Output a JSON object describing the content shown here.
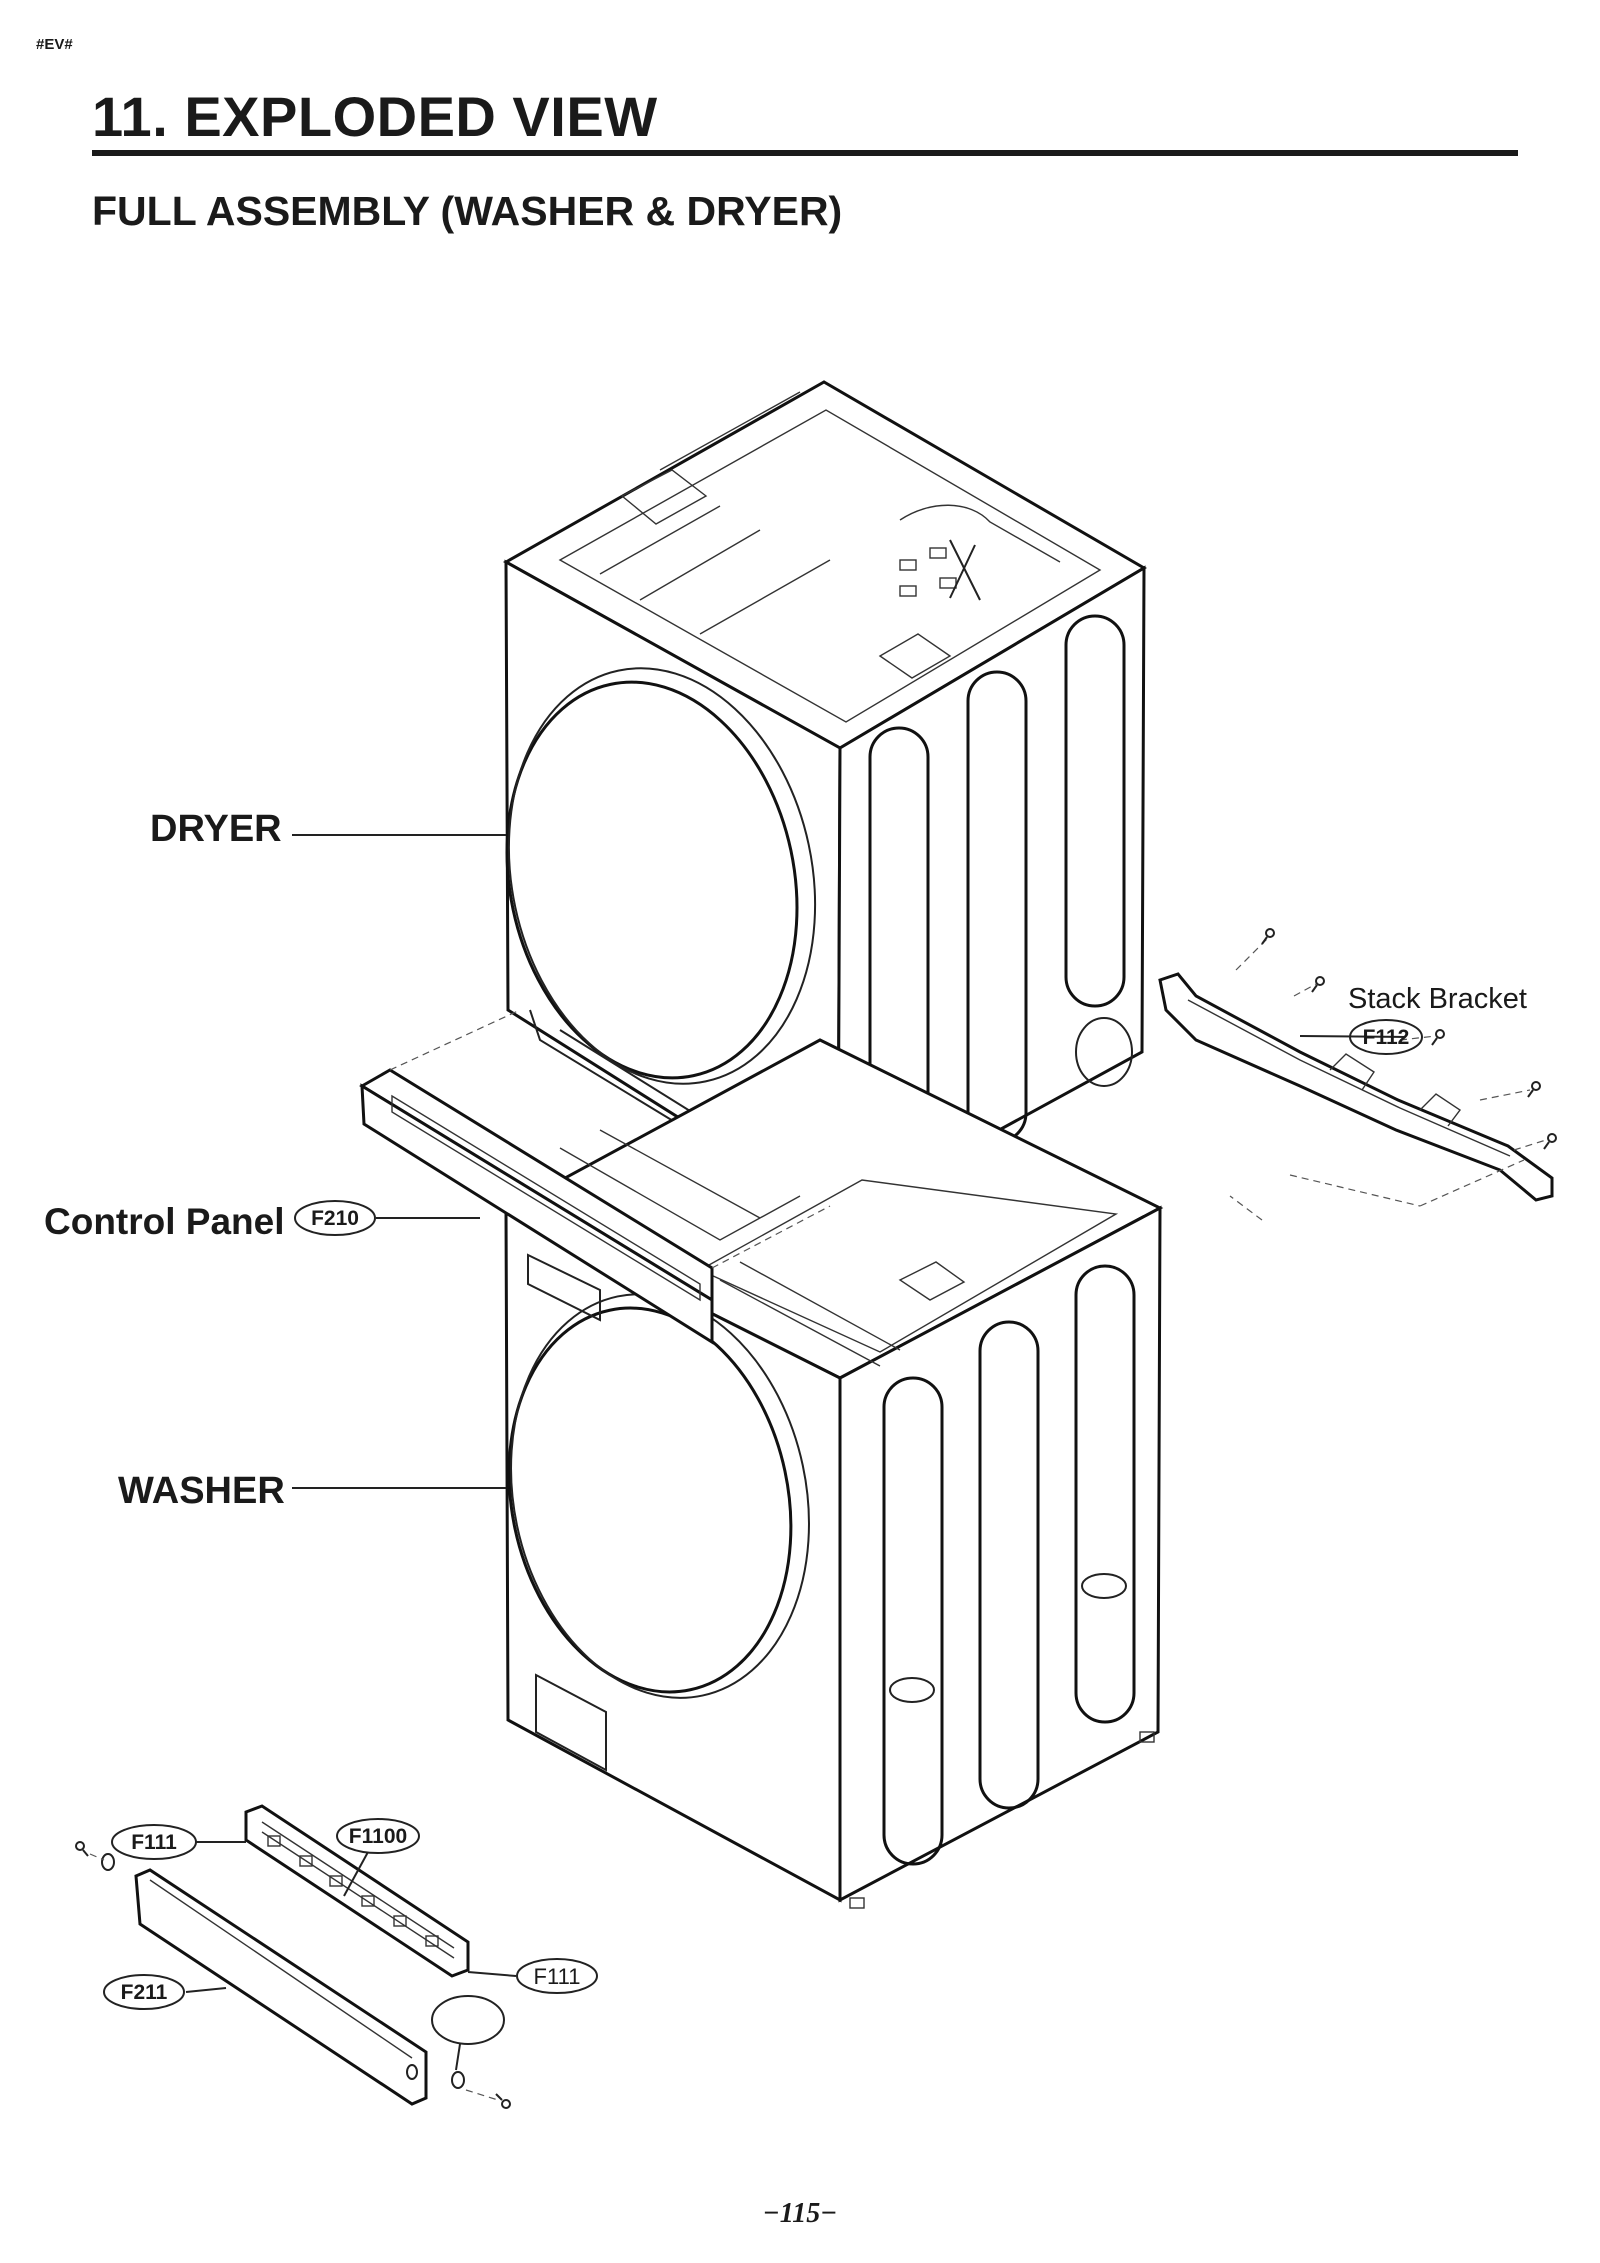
{
  "page": {
    "tag": "#EV#",
    "title": "11. EXPLODED VIEW",
    "subtitle": "FULL ASSEMBLY (WASHER & DRYER)",
    "page_number": "−115−"
  },
  "labels": {
    "dryer": "DRYER",
    "control_panel": "Control Panel",
    "washer": "WASHER",
    "stack_bracket": "Stack Bracket"
  },
  "parts": {
    "f210": "F210",
    "f112": "F112",
    "f111_left": "F111",
    "f1100": "F1100",
    "f111_right": "F111",
    "f211": "F211"
  }
}
